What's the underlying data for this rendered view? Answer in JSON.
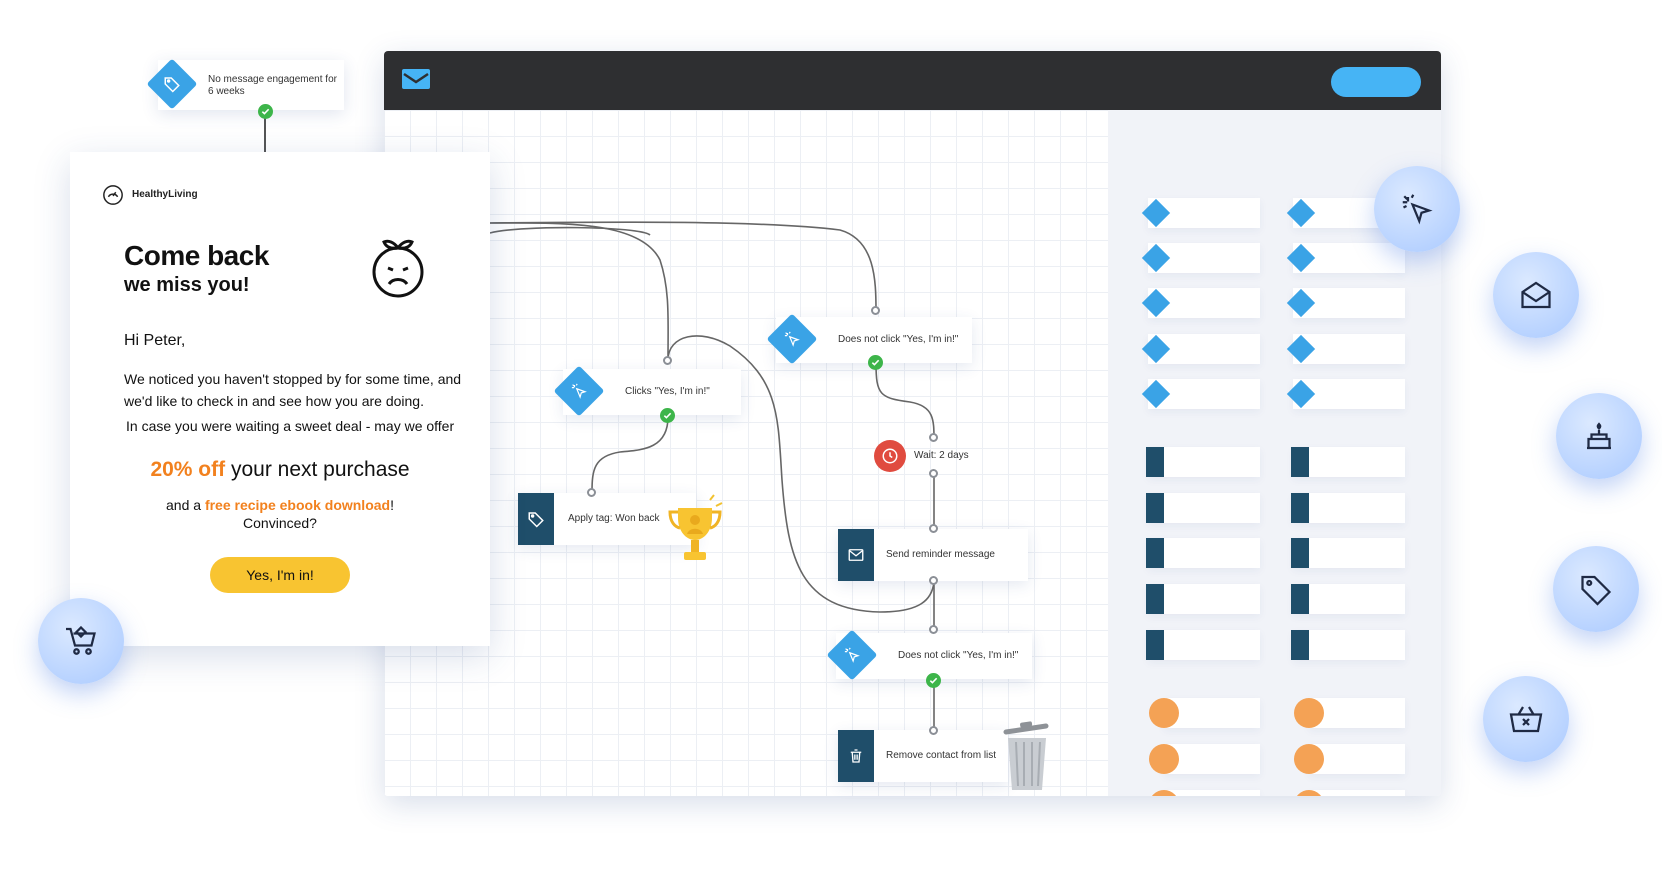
{
  "trigger": {
    "label": "No message engagement for 6 weeks"
  },
  "email": {
    "brand": "HealthyLiving",
    "headline": "Come back",
    "subheadline": "we miss you!",
    "greeting": "Hi Peter,",
    "body_line1": "We noticed you haven't stopped by for some time, and we'd like to check in and see how you are doing.",
    "body_line2": "In case you were waiting a sweet deal - may we offer",
    "offer_percent": "20% off",
    "offer_rest": " your next purchase",
    "extra_prefix": "and a ",
    "extra_link": "free recipe ebook download",
    "extra_suffix": "!",
    "extra_line2": "Convinced?",
    "cta_label": "Yes, I'm in!"
  },
  "workflow": {
    "nodes": {
      "clicks": "Clicks \"Yes, I'm in!\"",
      "not_click_1": "Does not click \"Yes, I'm in!\"",
      "wait": "Wait: 2 days",
      "apply_tag": "Apply tag: Won back",
      "send_reminder": "Send reminder message",
      "not_click_2": "Does not click \"Yes, I'm in!\"",
      "remove_contact": "Remove contact from list"
    }
  },
  "icons": {
    "trigger": "tag-icon",
    "condition": "click-icon",
    "wait": "clock-icon",
    "tag_action": "tag-icon",
    "message_action": "envelope-icon",
    "remove_action": "trash-icon",
    "fabs": [
      "click-icon",
      "open-envelope-icon",
      "birthday-cake-icon",
      "tag-icon",
      "basket-remove-icon",
      "shopping-cart-icon"
    ]
  },
  "colors": {
    "accent_blue": "#3aa3e6",
    "dark_navy": "#1f4e6a",
    "orange": "#f2811e",
    "cta_yellow": "#f8c431",
    "check_green": "#3db54a",
    "wait_red": "#e04b3f",
    "topbar": "#2e2f31"
  }
}
